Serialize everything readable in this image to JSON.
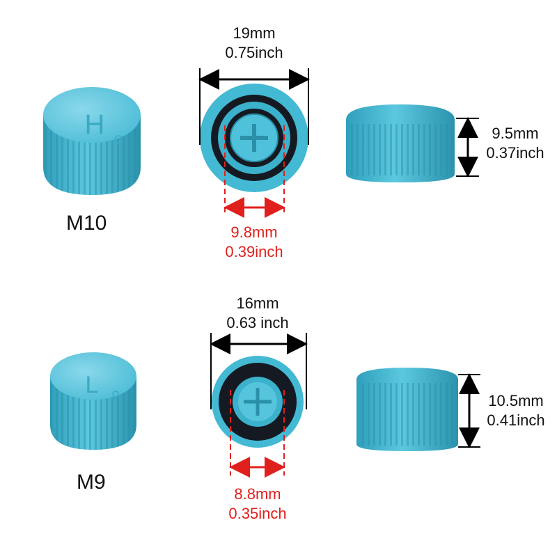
{
  "caps": [
    {
      "model": "M10",
      "top_letter": "H",
      "outer_diameter_mm": "19mm",
      "outer_diameter_in": "0.75inch",
      "inner_diameter_mm": "9.8mm",
      "inner_diameter_in": "0.39inch",
      "height_mm": "9.5mm",
      "height_in": "0.37inch"
    },
    {
      "model": "M9",
      "top_letter": "L",
      "outer_diameter_mm": "16mm",
      "outer_diameter_in": "0.63 inch",
      "inner_diameter_mm": "8.8mm",
      "inner_diameter_in": "0.35inch",
      "height_mm": "10.5mm",
      "height_in": "0.41inch"
    }
  ],
  "colors": {
    "cap": "#3bb8d4",
    "cap_light": "#7fd3e6",
    "cap_dark": "#2a95b0",
    "seal": "#151a22",
    "dimension_black": "#000000",
    "dimension_red": "#e0201c"
  }
}
